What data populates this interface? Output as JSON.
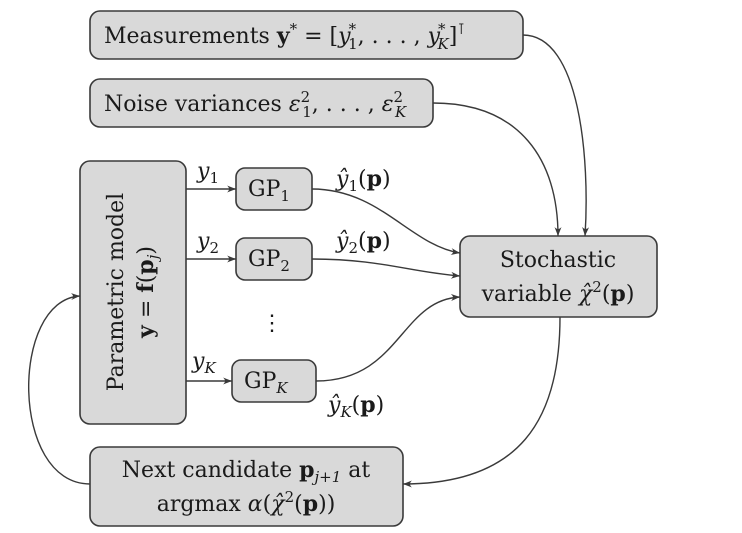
{
  "nodes": {
    "measurements": {
      "prefix": "Measurements ",
      "y": "y",
      "star": "*",
      "eq": " = [",
      "y1": "y",
      "y1_sup": "*",
      "y1_sub": "1",
      "mid": ", . . . , ",
      "yK": "y",
      "yK_sup": "*",
      "yK_sub": "K",
      "close": "]",
      "transpose": "⊺"
    },
    "noise": {
      "prefix": "Noise variances ",
      "e1": "ε",
      "e1_sup": "2",
      "e1_sub": "1",
      "mid": ", . . . , ",
      "eK": "ε",
      "eK_sup": "2",
      "eK_sub": "K"
    },
    "model": {
      "line1": "Parametric model",
      "bold_y": "y",
      "eq": " = ",
      "bold_f": "f",
      "paren_open": "(",
      "bold_p": "p",
      "sub_j": "j",
      "paren_close": ")"
    },
    "gp1": {
      "text": "GP",
      "sub": "1"
    },
    "gp2": {
      "text": "GP",
      "sub": "2"
    },
    "gpK": {
      "text": "GP",
      "sub": "K"
    },
    "vdots": "⋮",
    "stochastic": {
      "line1": "Stochastic",
      "line2_prefix": "variable ",
      "chi": "χ̂",
      "chi_sup": "2",
      "paren_open": "(",
      "bold_p": "p",
      "paren_close": ")"
    },
    "next": {
      "line1_prefix": "Next candidate ",
      "bold_p": "p",
      "sub": "j+1",
      "line1_suffix": " at",
      "line2_prefix": "argmax ",
      "alpha": "α",
      "open": "(",
      "chi": "χ̂",
      "chi_sup": "2",
      "paren_open": "(",
      "close": "))"
    }
  },
  "edge_labels": {
    "y1": {
      "var": "y",
      "sub": "1"
    },
    "y2": {
      "var": "y",
      "sub": "2"
    },
    "yK": {
      "var": "y",
      "sub": "K"
    },
    "yhat1": {
      "var": "ŷ",
      "sub": "1",
      "arg_open": "(",
      "bold_p": "p",
      "arg_close": ")"
    },
    "yhat2": {
      "var": "ŷ",
      "sub": "2",
      "arg_open": "(",
      "bold_p": "p",
      "arg_close": ")"
    },
    "yhatK": {
      "var": "ŷ",
      "sub": "K",
      "arg_open": "(",
      "bold_p": "p",
      "arg_close": ")"
    }
  }
}
